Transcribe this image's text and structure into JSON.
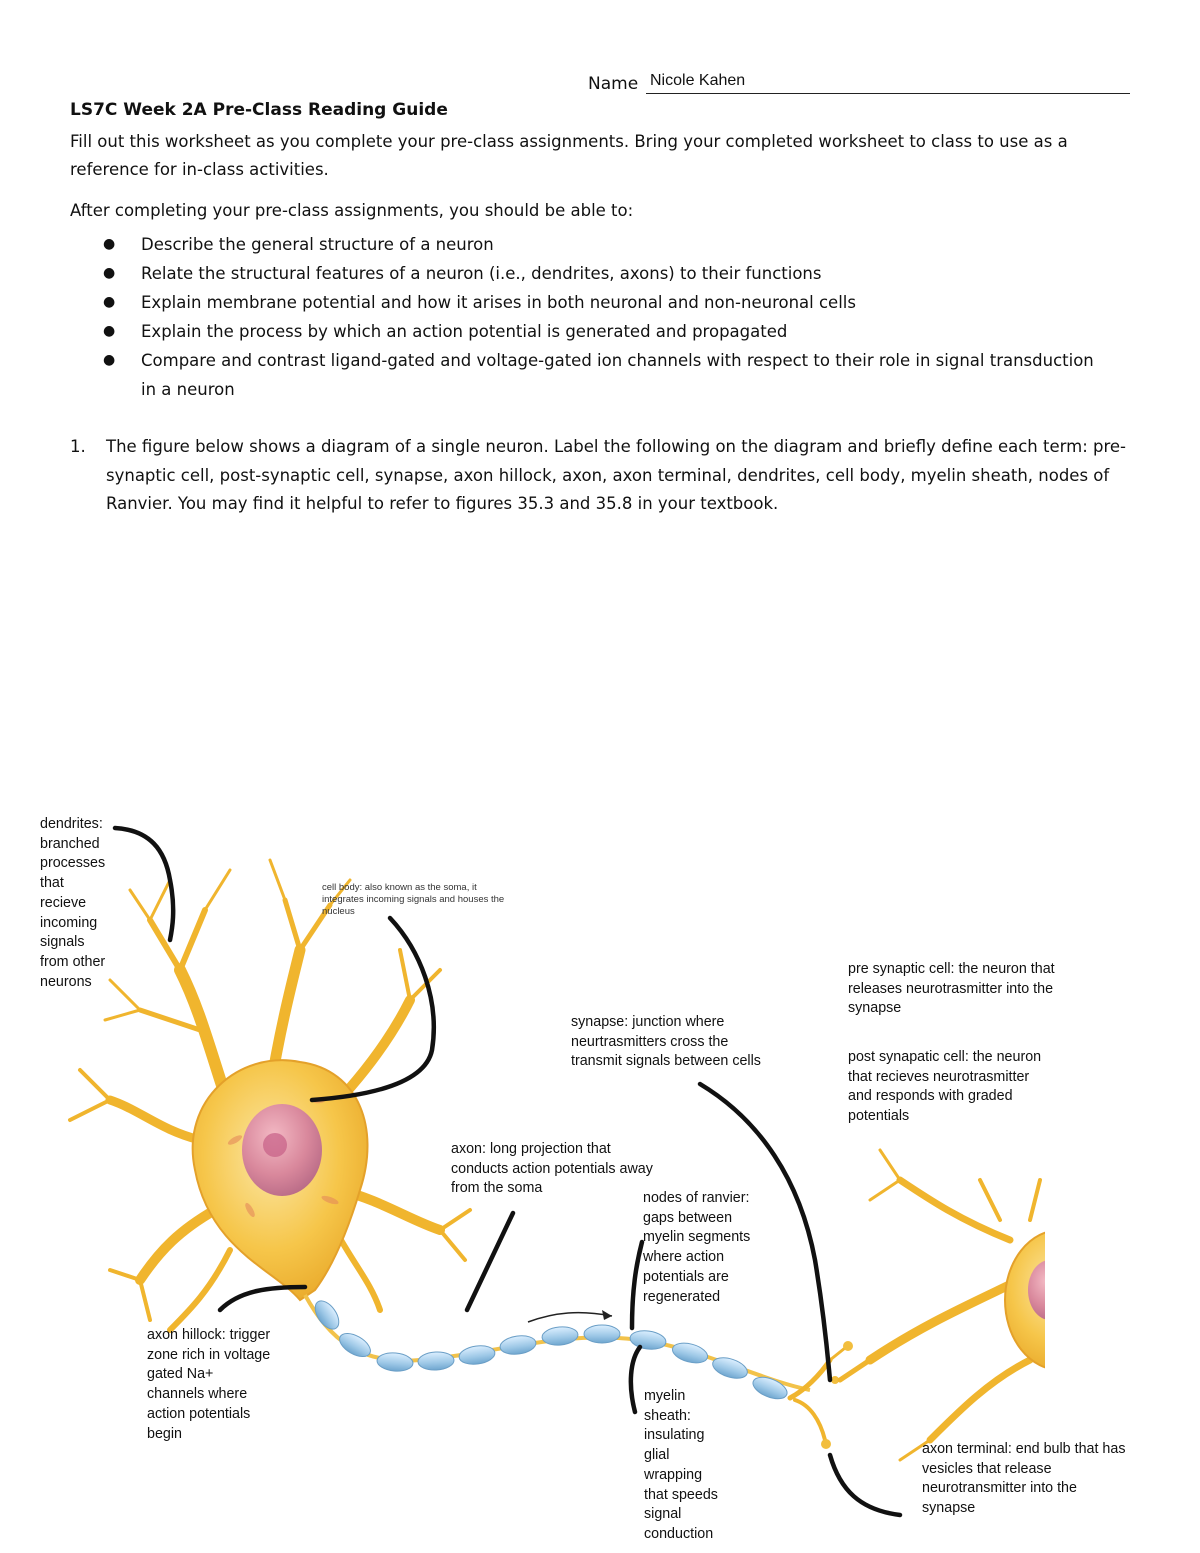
{
  "header": {
    "name_label": "Name",
    "name_value": "Nicole Kahen",
    "title": "LS7C Week 2A Pre-Class Reading Guide",
    "intro": "Fill out this worksheet as you complete your pre-class assignments. Bring your completed worksheet to class to use as a reference for in-class activities."
  },
  "objectives": {
    "lead": "After completing your pre-class assignments, you should be able to:",
    "items": [
      "Describe the general structure of a neuron",
      "Relate the structural features of a neuron (i.e., dendrites, axons) to their functions",
      "Explain membrane potential and how it arises in both neuronal and non-neuronal cells",
      "Explain the process by which an action potential is generated and propagated",
      "Compare and contrast ligand-gated and voltage-gated ion channels with respect to their role in signal transduction in a neuron"
    ]
  },
  "question": {
    "number": "1.",
    "text": "The figure below shows a diagram of a single neuron. Label the following on the diagram and briefly define each term: pre-synaptic cell, post-synaptic cell, synapse, axon hillock, axon, axon terminal, dendrites, cell body, myelin sheath, nodes of Ranvier. You may find it helpful to refer to figures 35.3 and 35.8 in your textbook."
  },
  "figure": {
    "labels": {
      "dendrites": "dendrites:\nbranched\nprocesses\nthat\nrecieve\nincoming\nsignals\nfrom other\nneurons",
      "cell_body": "cell body: also known as the soma, it\nintegrates incoming signals and houses the\nnucleus",
      "pre_synaptic": "pre synaptic cell: the neuron that\nreleases neurotrasmitter into the\nsynapse",
      "synapse": "synapse: junction where\nneurtrasmitters cross the\ntransmit signals between cells",
      "post_synaptic": "post synapatic cell: the neuron\nthat recieves neurotrasmitter\nand responds with graded\npotentials",
      "axon": "axon: long projection that\nconducts action potentials away\nfrom the soma",
      "nodes": "nodes of ranvier:\ngaps between\nmyelin segments\nwhere action\npotentials are\nregenerated",
      "hillock": "axon hillock: trigger\nzone rich in voltage\ngated Na+\nchannels where\naction potentials\nbegin",
      "myelin": "myelin\nsheath:\ninsulating\nglial\nwrapping\nthat speeds\nsignal\nconduction",
      "terminal": "axon terminal: end bulb that has\nvesicles that release\nneurotransmitter into the\nsynapse"
    }
  }
}
